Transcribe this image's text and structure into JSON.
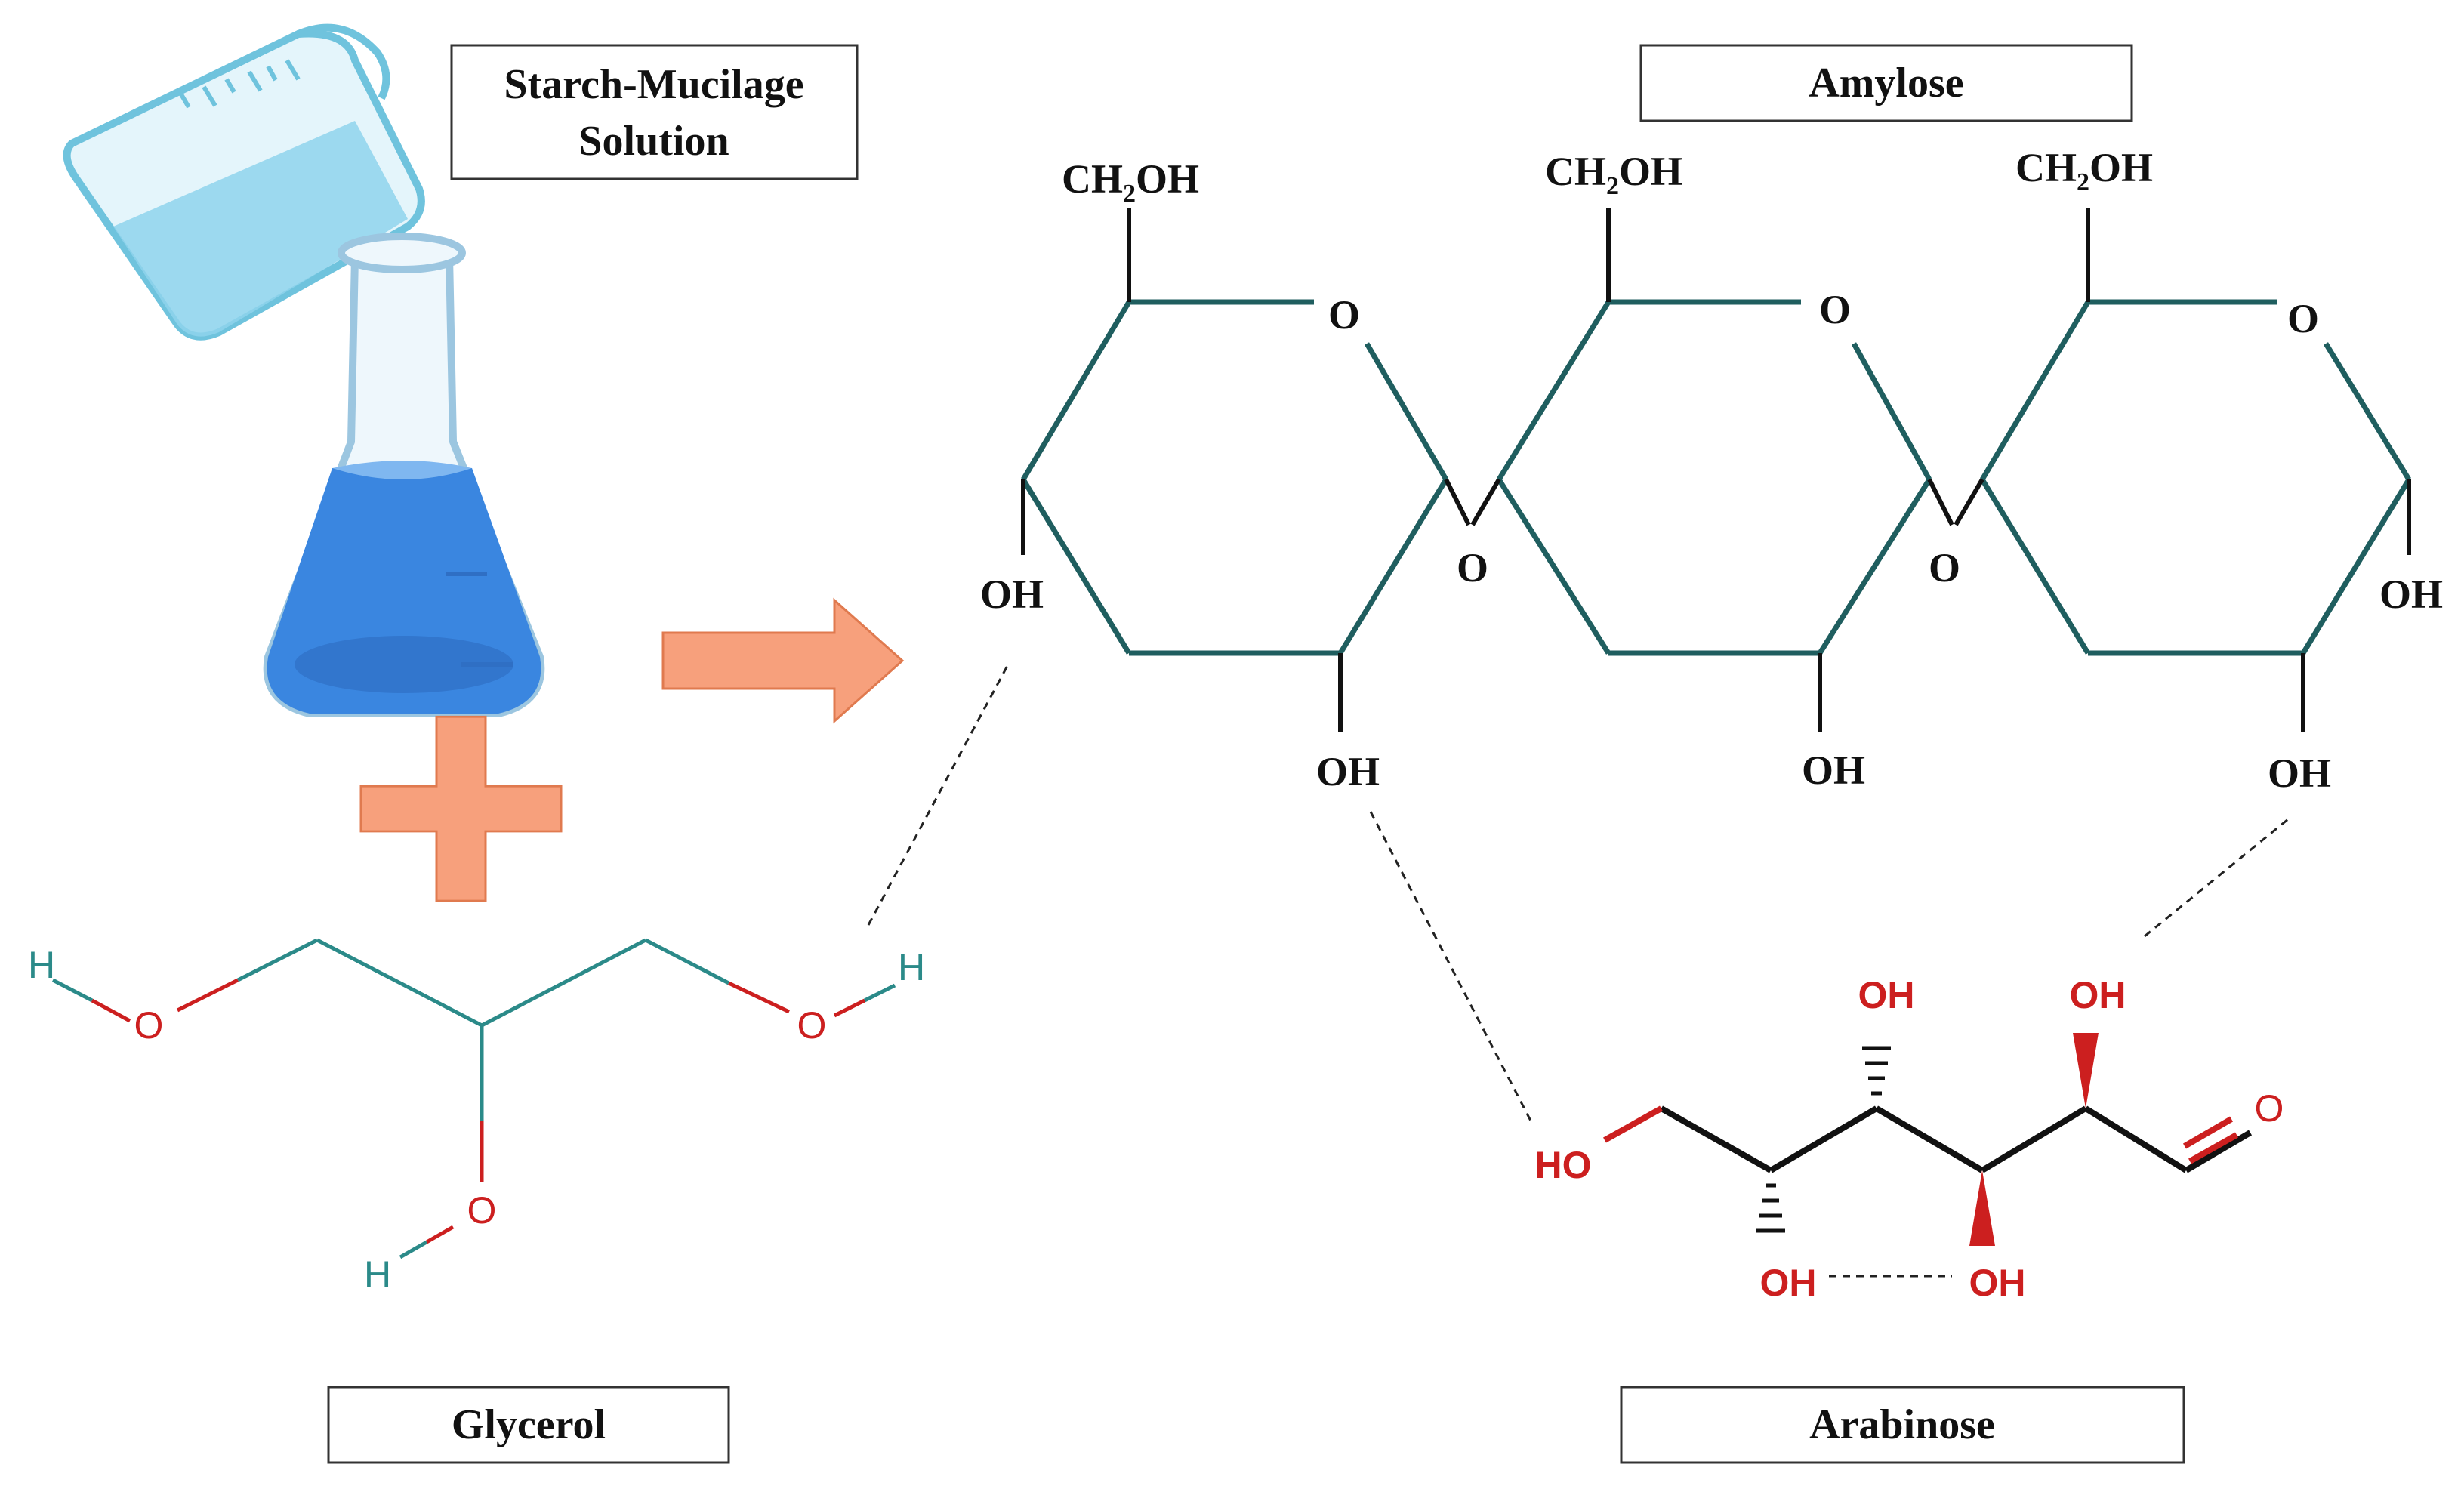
{
  "labels": {
    "solution": [
      "Starch-Mucilage",
      "Solution"
    ],
    "amylose": "Amylose",
    "glycerol": "Glycerol",
    "arabinose": "Arabinose"
  },
  "atoms": {
    "ch2oh_main": "CH",
    "ch2oh_sub": "2",
    "ch2oh_tail": "OH",
    "oxygen": "O",
    "hydroxyl": "OH",
    "hydroxyl_left": "HO",
    "hydrogen": "H"
  },
  "colors": {
    "ring_bond": "#1f5e5f",
    "glycerol_carbon": "#2b8a89",
    "oxygen_red": "#cc1f1f",
    "arrow_fill": "#f7a07c",
    "arrow_stroke": "#e07a4f",
    "beaker_liquid_light": "#8fd3ec",
    "flask_liquid": "#3a86e0"
  }
}
